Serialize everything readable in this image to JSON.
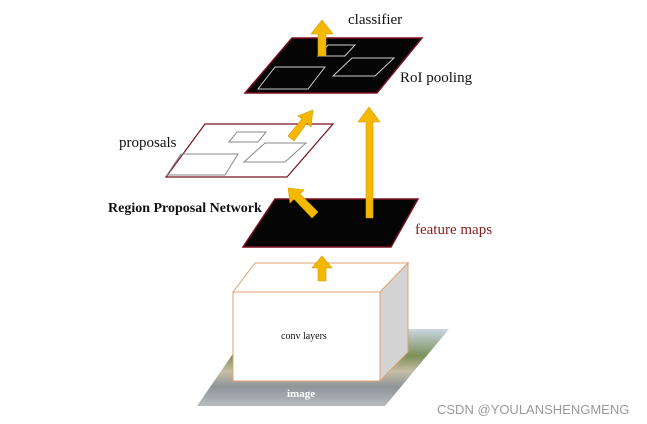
{
  "labels": {
    "classifier": "classifier",
    "roi_pooling": "RoI pooling",
    "proposals": "proposals",
    "rpn": "Region Proposal Network",
    "feature_maps": "feature maps",
    "conv_layers": "conv layers",
    "image": "image"
  },
  "watermark": "CSDN @YOULANSHENGMENG",
  "colors": {
    "arrow": "#f5b800",
    "border": "#7a1020",
    "feature_text": "#8b1a1a"
  }
}
